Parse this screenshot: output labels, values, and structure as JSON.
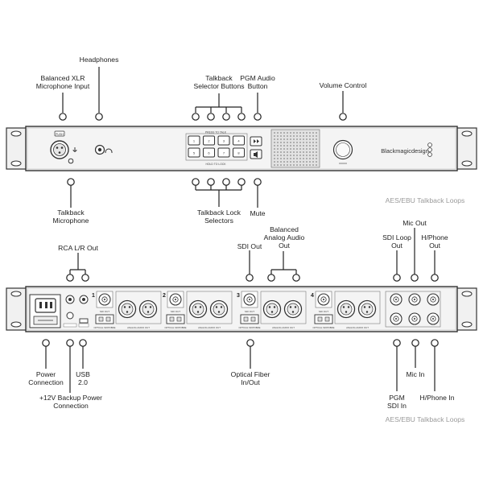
{
  "front_labels": {
    "headphones": "Headphones",
    "xlr_input_line1": "Balanced XLR",
    "xlr_input_line2": "Microphone Input",
    "talkback_selector_line1": "Talkback",
    "talkback_selector_line2": "Selector Buttons",
    "pgm_audio_line1": "PGM Audio",
    "pgm_audio_line2": "Button",
    "volume_control": "Volume Control",
    "talkback_mic_line1": "Talkback",
    "talkback_mic_line2": "Microphone",
    "talkback_lock_line1": "Talkback Lock",
    "talkback_lock_line2": "Selectors",
    "mute": "Mute"
  },
  "rear_labels": {
    "aes_top": "AES/EBU Talkback Loops",
    "mic_out": "Mic Out",
    "rca_out": "RCA L/R Out",
    "sdi_out": "SDI Out",
    "analog_out_line1": "Balanced",
    "analog_out_line2": "Analog Audio",
    "analog_out_line3": "Out",
    "sdi_loop_line1": "SDI Loop",
    "sdi_loop_line2": "Out",
    "hphone_out_line1": "H/Phone",
    "hphone_out_line2": "Out",
    "power_line1": "Power",
    "power_line2": "Connection",
    "usb_line1": "USB",
    "usb_line2": "2.0",
    "backup_power_line1": "+12V Backup Power",
    "backup_power_line2": "Connection",
    "fiber_line1": "Optical Fiber",
    "fiber_line2": "In/Out",
    "mic_in": "Mic In",
    "pgm_sdi_line1": "PGM",
    "pgm_sdi_line2": "SDI In",
    "hphone_in": "H/Phone In",
    "aes_bottom": "AES/EBU Talkback Loops"
  },
  "device": {
    "brand": "Blackmagicdesign",
    "xlr_badge": "PUSH",
    "row_label_top": "PRESS TO TALK",
    "row_label_bottom": "HOLD TO LOCK",
    "buttons_top": [
      "1",
      "2",
      "3",
      "4"
    ],
    "buttons_bottom": [
      "5",
      "6",
      "7",
      "8"
    ],
    "channel_numbers": [
      "1",
      "2",
      "3",
      "4"
    ],
    "sdi_in_label": "SDI OUT",
    "optical_label": "OPTICAL SFP/FIBRE",
    "analog_label": "ANALOG AUDIO OUT"
  }
}
